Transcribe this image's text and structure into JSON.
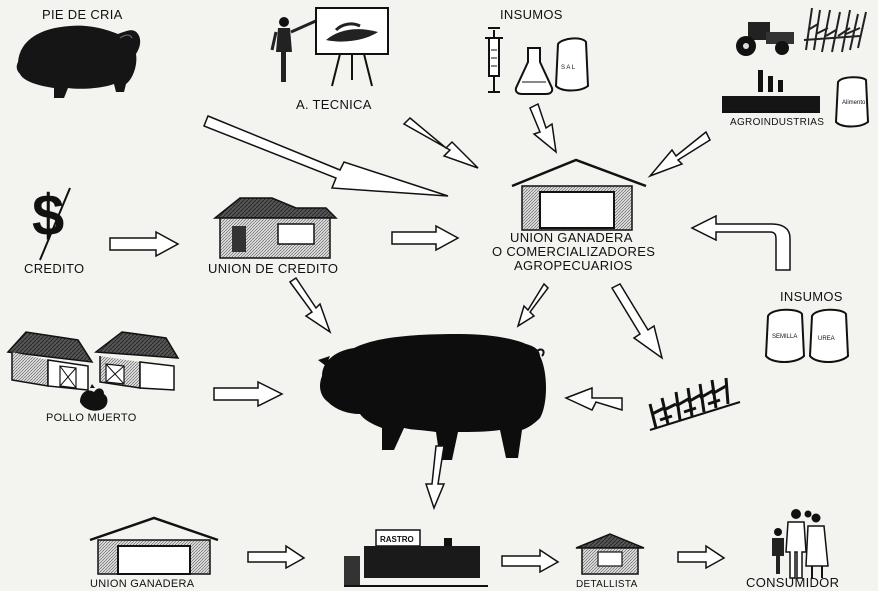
{
  "labels": {
    "pie_de_cria": "PIE DE CRIA",
    "asistencia_tecnica": "A. TECNICA",
    "insumos_top": "INSUMOS",
    "agroindustrias": "AGROINDUSTRIAS",
    "credito": "CREDITO",
    "union_de_credito": "UNION DE CREDITO",
    "union_ganadera_line1": "UNION GANADERA",
    "union_ganadera_line2": "O COMERCIALIZADORES",
    "union_ganadera_line3": "AGROPECUARIOS",
    "insumos_right": "INSUMOS",
    "pollo_muerto": "POLLO MUERTO",
    "union_ganadera_bottom": "UNION GANADERA",
    "rastro": "RASTRO",
    "detallista": "DETALLISTA",
    "consumidor": "CONSUMIDOR"
  },
  "bag_labels": {
    "sal": "S A L",
    "alimento": "Alimento",
    "semilla": "SEMILLA",
    "urea": "UREA"
  },
  "icons": [
    "pig-icon",
    "teacher-icon",
    "syringe-icon",
    "flask-icon",
    "bag-icon",
    "tractor-icon",
    "crops-icon",
    "factory-icon",
    "dollar-icon",
    "house-icon",
    "barn-icon",
    "warehouse-icon",
    "chicken-icon",
    "family-icon"
  ],
  "colors": {
    "ink": "#111111",
    "paper": "#f3f3f0",
    "arrow_fill": "#ffffff"
  }
}
